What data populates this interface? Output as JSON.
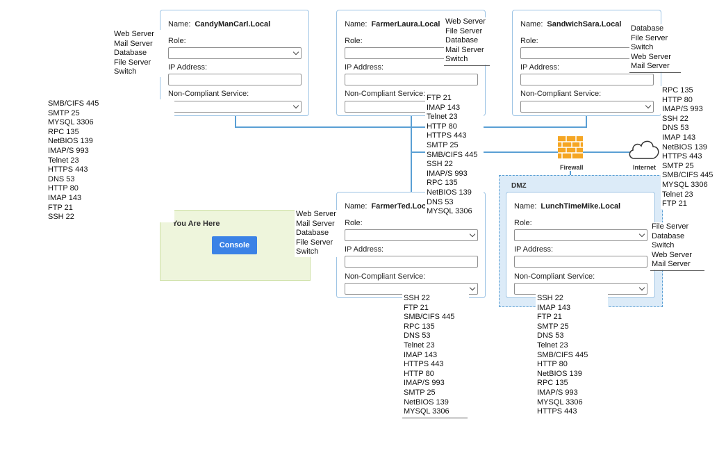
{
  "labels": {
    "name": "Name:",
    "role": "Role:",
    "ip": "IP Address:",
    "noncompliant": "Non-Compliant Service:",
    "firewall": "Firewall",
    "internet": "Internet",
    "dmz": "DMZ",
    "you_are_here": "You Are Here",
    "console_button": "Console"
  },
  "hosts": {
    "carl": {
      "name": "CandyManCarl.Local"
    },
    "laura": {
      "name": "FarmerLaura.Local"
    },
    "sara": {
      "name": "SandwichSara.Local"
    },
    "ted": {
      "name": "FarmerTed.Local"
    },
    "mike": {
      "name": "LunchTimeMike.Local"
    }
  },
  "role_lists": {
    "carl": [
      "Web Server",
      "Mail Server",
      "Database",
      "File Server",
      "Switch"
    ],
    "laura": [
      "Web Server",
      "File Server",
      "Database",
      "Mail Server",
      "Switch"
    ],
    "sara": [
      "Database",
      "File Server",
      "Switch",
      "Web Server",
      "Mail Server"
    ],
    "ted": [
      "Web Server",
      "Mail Server",
      "Database",
      "File Server",
      "Switch"
    ],
    "mike": [
      "File Server",
      "Database",
      "Switch",
      "Web Server",
      "Mail Server"
    ]
  },
  "service_lists": {
    "carl": [
      "SMB/CIFS 445",
      "SMTP 25",
      "MYSQL 3306",
      "RPC 135",
      "NetBIOS 139",
      "IMAP/S 993",
      "Telnet 23",
      "HTTPS 443",
      "DNS 53",
      "HTTP 80",
      "IMAP 143",
      "FTP 21",
      "SSH 22"
    ],
    "laura": [
      "FTP 21",
      "IMAP 143",
      "Telnet 23",
      "HTTP 80",
      "HTTPS 443",
      "SMTP 25",
      "SMB/CIFS 445",
      "SSH 22",
      "IMAP/S 993",
      "RPC 135",
      "NetBIOS 139",
      "DNS 53",
      "MYSQL 3306"
    ],
    "sara": [
      "RPC 135",
      "HTTP 80",
      "IMAP/S 993",
      "SSH 22",
      "DNS 53",
      "IMAP 143",
      "NetBIOS 139",
      "HTTPS 443",
      "SMTP 25",
      "SMB/CIFS 445",
      "MYSQL 3306",
      "Telnet 23",
      "FTP 21"
    ],
    "ted": [
      "SSH 22",
      "FTP 21",
      "SMB/CIFS 445",
      "RPC 135",
      "DNS 53",
      "Telnet 23",
      "IMAP 143",
      "HTTPS 443",
      "HTTP 80",
      "IMAP/S 993",
      "SMTP 25",
      "NetBIOS 139",
      "MYSQL 3306"
    ],
    "mike": [
      "SSH 22",
      "IMAP 143",
      "FTP 21",
      "SMTP 25",
      "DNS 53",
      "Telnet 23",
      "SMB/CIFS 445",
      "HTTP 80",
      "NetBIOS 139",
      "RPC 135",
      "IMAP/S 993",
      "MYSQL 3306",
      "HTTPS 443"
    ]
  },
  "colors": {
    "accent": "#3b82e6",
    "connector": "#5a9fd4",
    "firewall": "#f5a623",
    "dmz_bg": "#dcebf8",
    "you_are_here_bg": "#eef5dc"
  },
  "icons": {
    "firewall": "firewall-icon",
    "internet": "cloud-icon"
  }
}
